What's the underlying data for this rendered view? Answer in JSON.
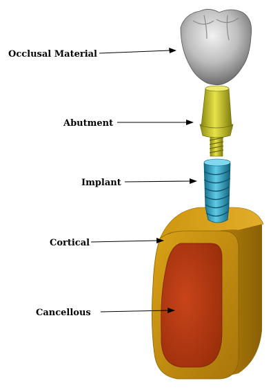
{
  "labels": {
    "occlusal": "Occlusal Material",
    "abutment": "Abutment",
    "implant": "Implant",
    "cortical": "Cortical",
    "cancellous": "Cancellous"
  },
  "colors": {
    "crown": "#b9b9b9",
    "abutment": "#c9c41c",
    "implant": "#2aa6c9",
    "cortical": "#c9920c",
    "cancellous": "#b53a10"
  }
}
